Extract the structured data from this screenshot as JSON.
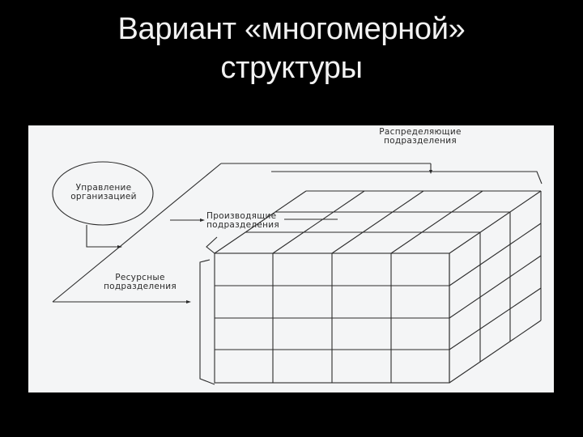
{
  "slide": {
    "title_line1": "Вариант «многомерной»",
    "title_line2": "структуры",
    "background_color": "#000000",
    "title_color": "#f2f2f2"
  },
  "diagram": {
    "type": "3d-matrix-cube",
    "labels": {
      "management": [
        "Управление",
        "организацией"
      ],
      "distributing": [
        "Распределяющие",
        "подразделения"
      ],
      "producing": [
        "Производящие",
        "подразделения"
      ],
      "resource": [
        "Ресурсные",
        "подразделения"
      ]
    },
    "cube": {
      "front_columns": 4,
      "front_rows": 4,
      "depth_layers": 3
    },
    "paper_color": "#f4f5f6",
    "line_color": "#2b2b2b"
  }
}
